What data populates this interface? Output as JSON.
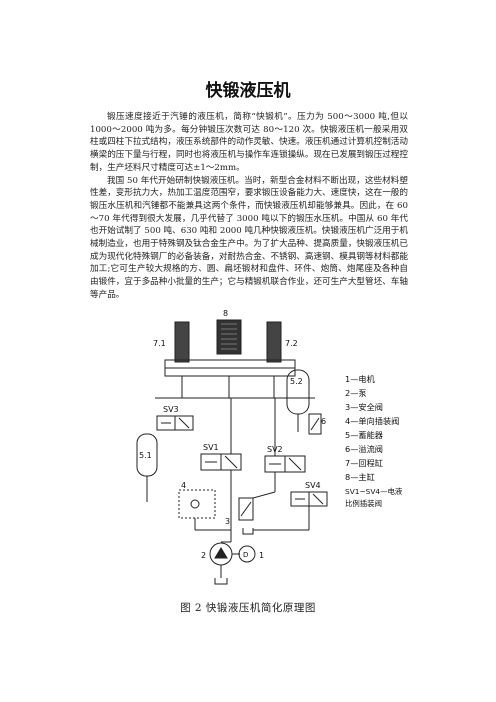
{
  "document": {
    "title": "快锻液压机",
    "paragraphs": [
      "锻压速度接近于汽锤的液压机，简称“快锻机”。压力为 500～3000 吨,但以 1000～2000 吨为多。每分钟锻压次数可达 80～120 次。快锻液压机一般采用双柱或四柱下拉式结构，液压系统部件的动作灵敏、快速。液压机通过计算机控制活动横梁的压下量与行程，同时也将液压机与操作车连锁操纵。现在已发展到锻压过程控制，生产坯料尺寸精度可达±1～2mm。",
      "我国 50 年代开始研制快锻液压机。当时，新型合金材料不断出现，这些材料塑性差，变形抗力大，热加工温度范围窄，要求锻压设备能力大、速度快，这在一般的锻压水压机和汽锤都不能兼具这两个条件，而快锻液压机却能够兼具。因此，在 60～70 年代得到很大发展，几乎代替了 3000 吨以下的锻压水压机。中国从 60 年代也开始试制了 500 吨、630 吨和 2000 吨几种快锻液压机。快锻液压机广泛用于机械制造业，也用于特殊钢及钛合金生产中。为了扩大品种、提高质量，快锻液压机已成为现代化特殊钢厂的必备装备，对耐热合金、不锈钢、高速钢、模具钢等材料都能加工;它可生产较大规格的方、圆、扁坯锻材和盘件、环件、炮筒、炮尾座及各种自由锻件，宜于多品种小批量的生产；它与精锻机联合作业，还可生产大型管坯、车轴等产品。"
    ],
    "caption": "图 2   快锻液压机简化原理图"
  },
  "diagram": {
    "labels": {
      "main_cyl": "8",
      "ret_left": "7.1",
      "ret_right": "7.2",
      "acc_right": "5.2",
      "acc_left": "5.1",
      "sv1": "SV1",
      "sv2": "SV2",
      "sv3": "SV3",
      "sv4": "SV4",
      "relief": "6",
      "safety": "3",
      "check": "4",
      "pump": "2",
      "motor": "1",
      "motor_symbol": "D"
    },
    "legend": [
      "1—电机",
      "2—泵",
      "3—安全阀",
      "4—单向插装阀",
      "5—蓄能器",
      "6—溢流阀",
      "7—回程缸",
      "8—主缸",
      "SV1~SV4—电液",
      "比例插装阀"
    ]
  }
}
